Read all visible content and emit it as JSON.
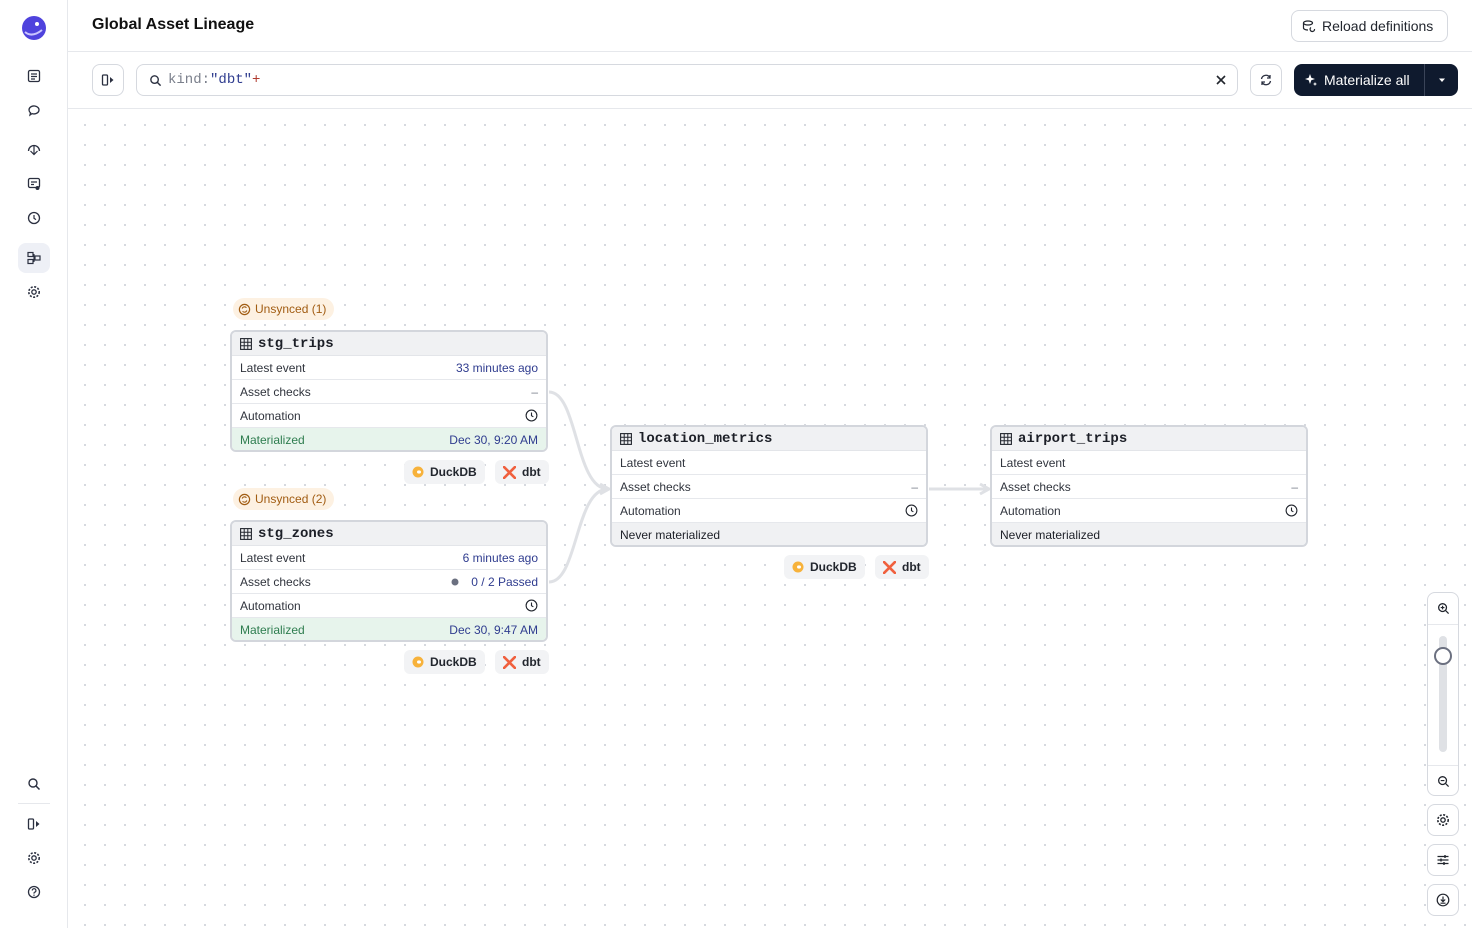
{
  "header": {
    "title": "Global Asset Lineage",
    "reload_label": "Reload definitions"
  },
  "toolbar": {
    "query_kind": "kind:",
    "query_value": "\"dbt\"",
    "query_plus": "+",
    "materialize_label": "Materialize all"
  },
  "nodes": [
    {
      "name": "stg_trips",
      "badge": "Unsynced (1)",
      "latest_event_label": "Latest event",
      "latest_event": "33 minutes ago",
      "checks_label": "Asset checks",
      "checks": "–",
      "automation_label": "Automation",
      "status_label": "Materialized",
      "status_value": "Dec 30, 9:20 AM",
      "tags": [
        "DuckDB",
        "dbt"
      ]
    },
    {
      "name": "stg_zones",
      "badge": "Unsynced (2)",
      "latest_event_label": "Latest event",
      "latest_event": "6 minutes ago",
      "checks_label": "Asset checks",
      "checks": "0 / 2 Passed",
      "automation_label": "Automation",
      "status_label": "Materialized",
      "status_value": "Dec 30, 9:47 AM",
      "tags": [
        "DuckDB",
        "dbt"
      ]
    },
    {
      "name": "location_metrics",
      "latest_event_label": "Latest event",
      "latest_event": "",
      "checks_label": "Asset checks",
      "checks": "–",
      "automation_label": "Automation",
      "status_label": "Never materialized",
      "tags": [
        "DuckDB",
        "dbt"
      ]
    },
    {
      "name": "airport_trips",
      "latest_event_label": "Latest event",
      "latest_event": "",
      "checks_label": "Asset checks",
      "checks": "–",
      "automation_label": "Automation",
      "status_label": "Never materialized"
    }
  ],
  "colors": {
    "accent": "#0f1a2e",
    "materialized_bg": "#e7f4ec",
    "unsynced_bg": "#fdf1e2",
    "duckdb": "#f7b23b",
    "dbt": "#f0603e"
  }
}
